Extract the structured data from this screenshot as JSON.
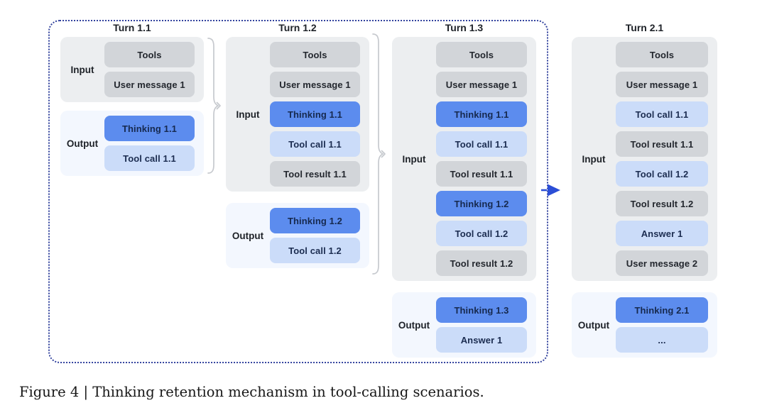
{
  "figure": {
    "caption": "Figure 4 | Thinking retention mechanism in tool-calling scenarios."
  },
  "turns": [
    {
      "title": "Turn 1.1",
      "input": {
        "label": "Input",
        "boxes": [
          {
            "label": "Tools",
            "style": "gray"
          },
          {
            "label": "User message 1",
            "style": "gray"
          }
        ]
      },
      "output": {
        "label": "Output",
        "boxes": [
          {
            "label": "Thinking 1.1",
            "style": "blue"
          },
          {
            "label": "Tool call 1.1",
            "style": "lightblue"
          }
        ]
      }
    },
    {
      "title": "Turn 1.2",
      "input": {
        "label": "Input",
        "boxes": [
          {
            "label": "Tools",
            "style": "gray"
          },
          {
            "label": "User message 1",
            "style": "gray"
          },
          {
            "label": "Thinking 1.1",
            "style": "blue"
          },
          {
            "label": "Tool call 1.1",
            "style": "lightblue"
          },
          {
            "label": "Tool result 1.1",
            "style": "gray"
          }
        ]
      },
      "output": {
        "label": "Output",
        "boxes": [
          {
            "label": "Thinking 1.2",
            "style": "blue"
          },
          {
            "label": "Tool call 1.2",
            "style": "lightblue"
          }
        ]
      }
    },
    {
      "title": "Turn 1.3",
      "input": {
        "label": "Input",
        "boxes": [
          {
            "label": "Tools",
            "style": "gray"
          },
          {
            "label": "User message 1",
            "style": "gray"
          },
          {
            "label": "Thinking 1.1",
            "style": "blue"
          },
          {
            "label": "Tool call 1.1",
            "style": "lightblue"
          },
          {
            "label": "Tool result 1.1",
            "style": "gray"
          },
          {
            "label": "Thinking 1.2",
            "style": "blue"
          },
          {
            "label": "Tool call 1.2",
            "style": "lightblue"
          },
          {
            "label": "Tool result 1.2",
            "style": "gray"
          }
        ]
      },
      "output": {
        "label": "Output",
        "boxes": [
          {
            "label": "Thinking 1.3",
            "style": "blue"
          },
          {
            "label": "Answer 1",
            "style": "lightblue"
          }
        ]
      }
    },
    {
      "title": "Turn 2.1",
      "input": {
        "label": "Input",
        "boxes": [
          {
            "label": "Tools",
            "style": "gray"
          },
          {
            "label": "User message 1",
            "style": "gray"
          },
          {
            "label": "Tool call 1.1",
            "style": "lightblue"
          },
          {
            "label": "Tool result 1.1",
            "style": "gray"
          },
          {
            "label": "Tool call 1.2",
            "style": "lightblue"
          },
          {
            "label": "Tool result 1.2",
            "style": "gray"
          },
          {
            "label": "Answer 1",
            "style": "lightblue"
          },
          {
            "label": "User message 2",
            "style": "gray"
          }
        ]
      },
      "output": {
        "label": "Output",
        "boxes": [
          {
            "label": "Thinking 2.1",
            "style": "blue"
          },
          {
            "label": "...",
            "style": "lightblue"
          }
        ]
      }
    }
  ],
  "colors": {
    "context_box_gray": "#D2D5D9",
    "thinking_box_blue": "#5C8CEE",
    "tool_box_lightblue": "#CBDCF9",
    "input_group_bg": "#ECEEF0",
    "output_group_bg": "#F3F7FE",
    "dashed_boundary_blue": "#33439E",
    "arrow_blue": "#2B4ED6",
    "brace_gray": "#C6C9CE"
  }
}
